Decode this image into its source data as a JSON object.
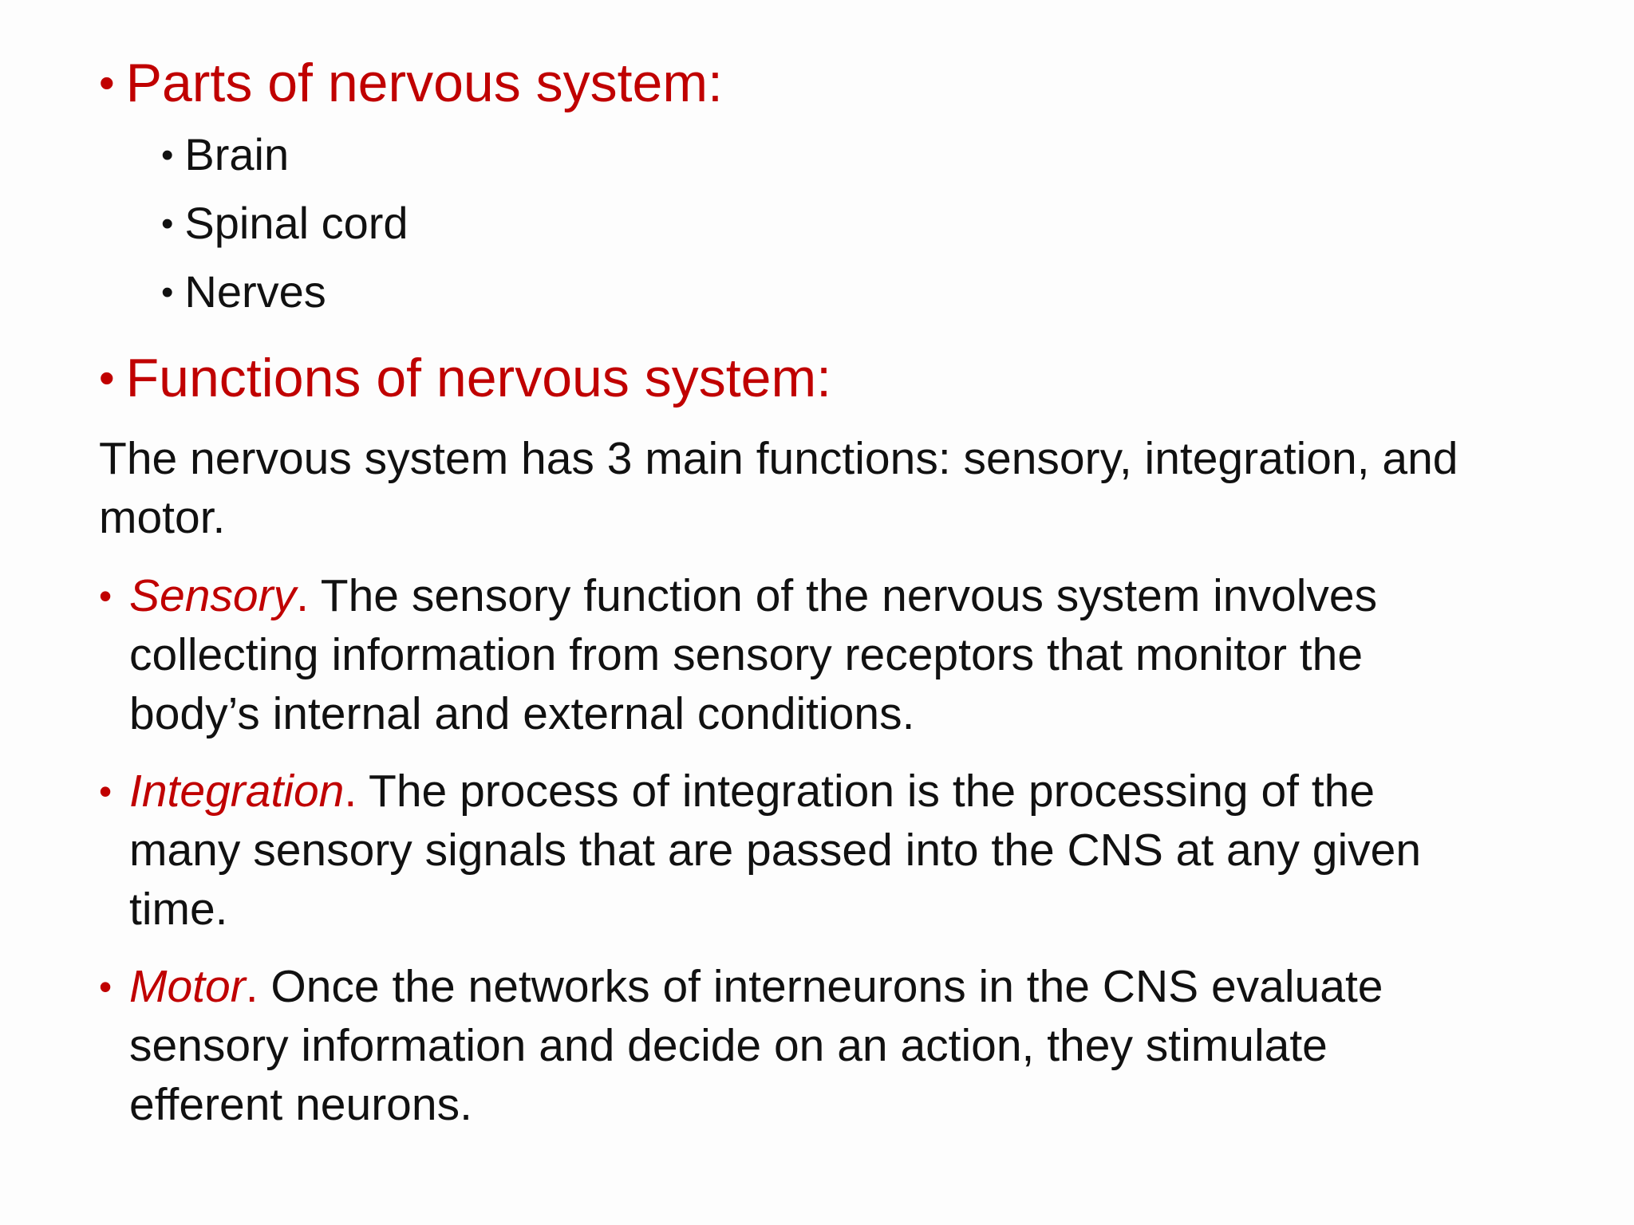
{
  "slide": {
    "bullet_symbol": "•",
    "heading_color": "#c00000",
    "text_color": "#111111",
    "parts_heading": "Parts of nervous system:",
    "parts": [
      "Brain",
      "Spinal cord",
      "Nerves"
    ],
    "functions_heading": "Functions of nervous system:",
    "intro": {
      "line1": "The nervous system has 3 main functions: sensory, integration, and",
      "line2": "motor."
    },
    "items": [
      {
        "term": "Sensory",
        "period": ".",
        "lines": [
          " The sensory function of the nervous system involves",
          "collecting information from sensory receptors that monitor the",
          "body’s internal and external conditions."
        ]
      },
      {
        "term": "Integration",
        "period": ".",
        "lines": [
          " The process of integration is the processing of the",
          "many sensory signals that are passed into the CNS at any given",
          "time."
        ]
      },
      {
        "term": "Motor",
        "period": ".",
        "lines": [
          " Once the networks of interneurons in the CNS evaluate",
          "sensory information and decide on an action, they stimulate",
          "efferent neurons."
        ]
      }
    ]
  }
}
